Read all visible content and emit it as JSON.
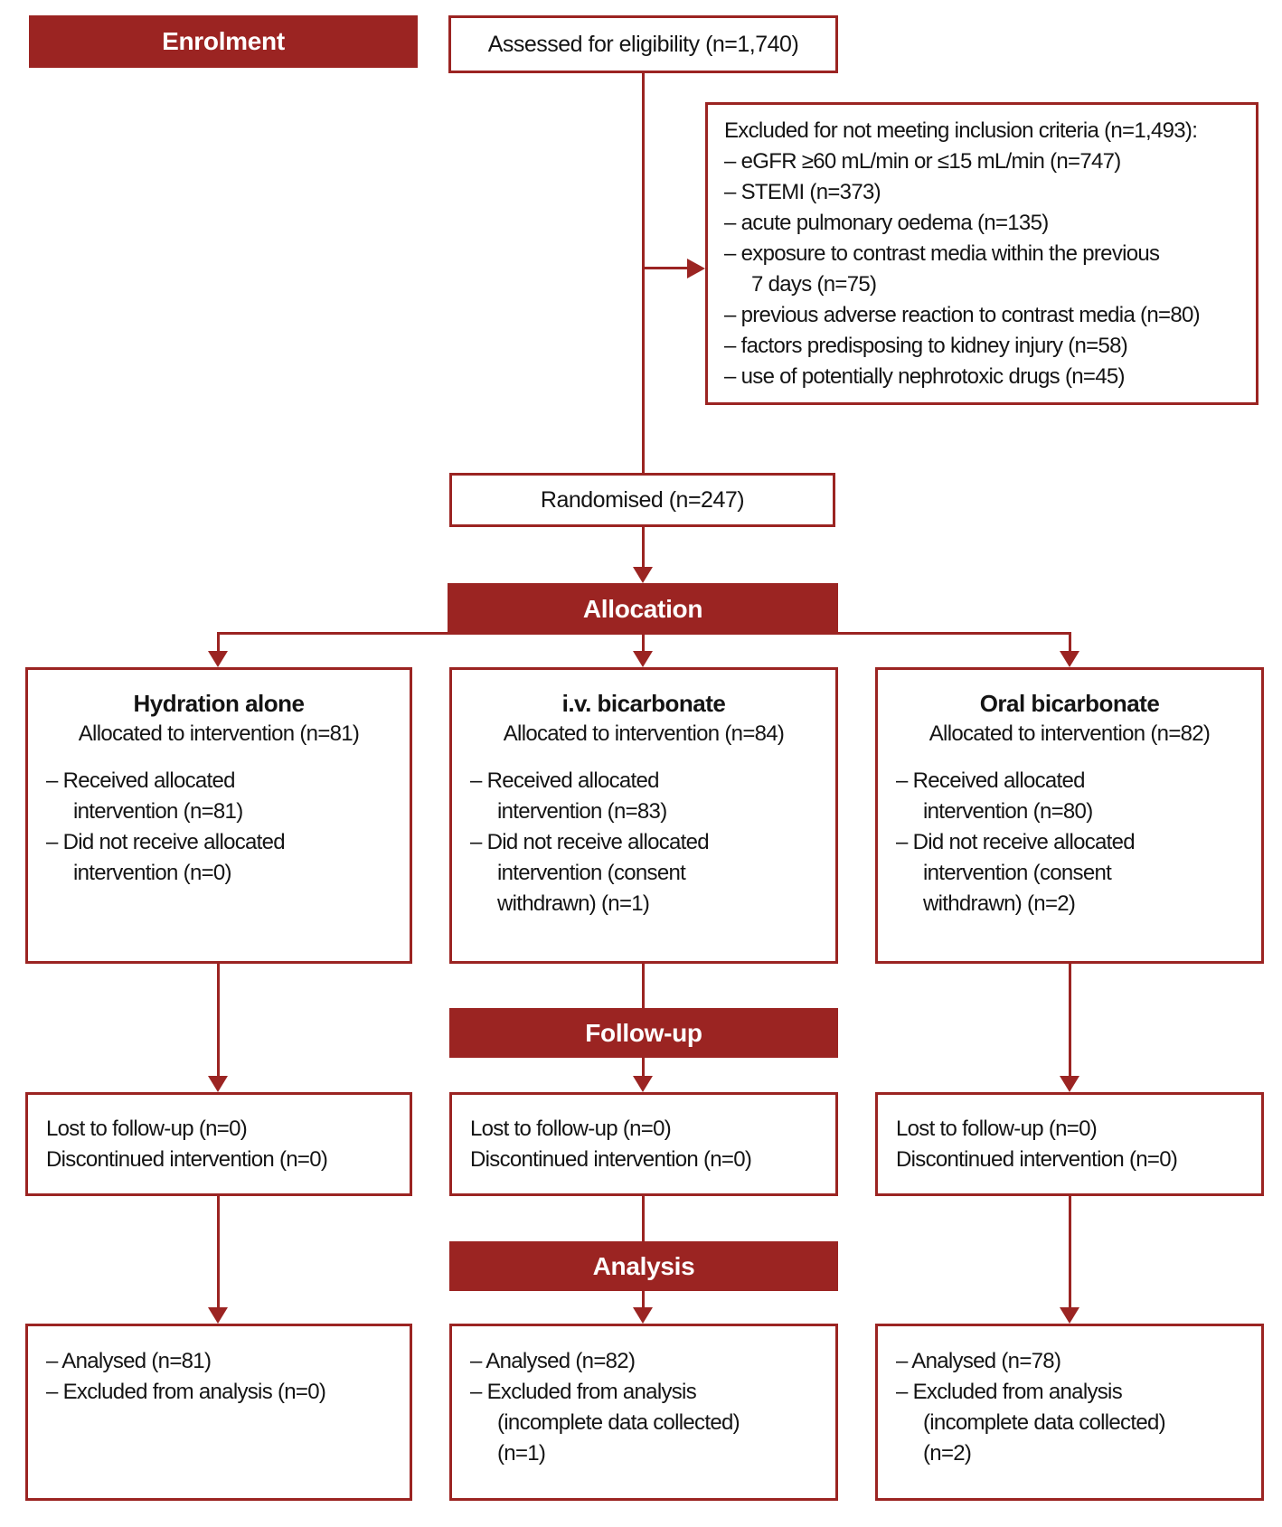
{
  "colors": {
    "accent": "#9b2422",
    "box_bg": "#ffffff",
    "text": "#141414",
    "bar_text": "#ffffff"
  },
  "phase_labels": {
    "enrolment": "Enrolment",
    "allocation": "Allocation",
    "followup": "Follow-up",
    "analysis": "Analysis"
  },
  "enrolment": {
    "assessed": "Assessed for eligibility (n=1,740)",
    "excluded_title": "Excluded for not meeting inclusion criteria (n=1,493):",
    "excluded_reasons": [
      "– eGFR ≥60 mL/min or ≤15 mL/min (n=747)",
      "– STEMI (n=373)",
      "– acute pulmonary oedema (n=135)",
      "– exposure to contrast media within the previous\n7 days (n=75)",
      "– previous adverse reaction to contrast media (n=80)",
      "– factors predisposing to kidney injury (n=58)",
      "– use of potentially nephrotoxic drugs (n=45)"
    ],
    "randomised": "Randomised (n=247)"
  },
  "arms": [
    {
      "title": "Hydration alone",
      "allocated": "Allocated to intervention (n=81)",
      "allocation_details": [
        "– Received allocated\nintervention (n=81)",
        "– Did not receive allocated\nintervention (n=0)"
      ],
      "followup": "Lost to follow-up (n=0)\nDiscontinued intervention (n=0)",
      "analysis": [
        "– Analysed (n=81)",
        "– Excluded from analysis (n=0)"
      ]
    },
    {
      "title": "i.v. bicarbonate",
      "allocated": "Allocated to intervention (n=84)",
      "allocation_details": [
        "– Received allocated\nintervention (n=83)",
        "– Did not receive allocated\nintervention (consent\nwithdrawn) (n=1)"
      ],
      "followup": "Lost to follow-up (n=0)\nDiscontinued intervention (n=0)",
      "analysis": [
        "– Analysed (n=82)",
        "– Excluded from analysis\n(incomplete data collected)\n(n=1)"
      ]
    },
    {
      "title": "Oral bicarbonate",
      "allocated": "Allocated to intervention (n=82)",
      "allocation_details": [
        "– Received allocated\nintervention (n=80)",
        "– Did not receive allocated\nintervention (consent\nwithdrawn) (n=2)"
      ],
      "followup": "Lost to follow-up (n=0)\nDiscontinued intervention (n=0)",
      "analysis": [
        "– Analysed (n=78)",
        "– Excluded from analysis\n(incomplete data collected)\n(n=2)"
      ]
    }
  ]
}
